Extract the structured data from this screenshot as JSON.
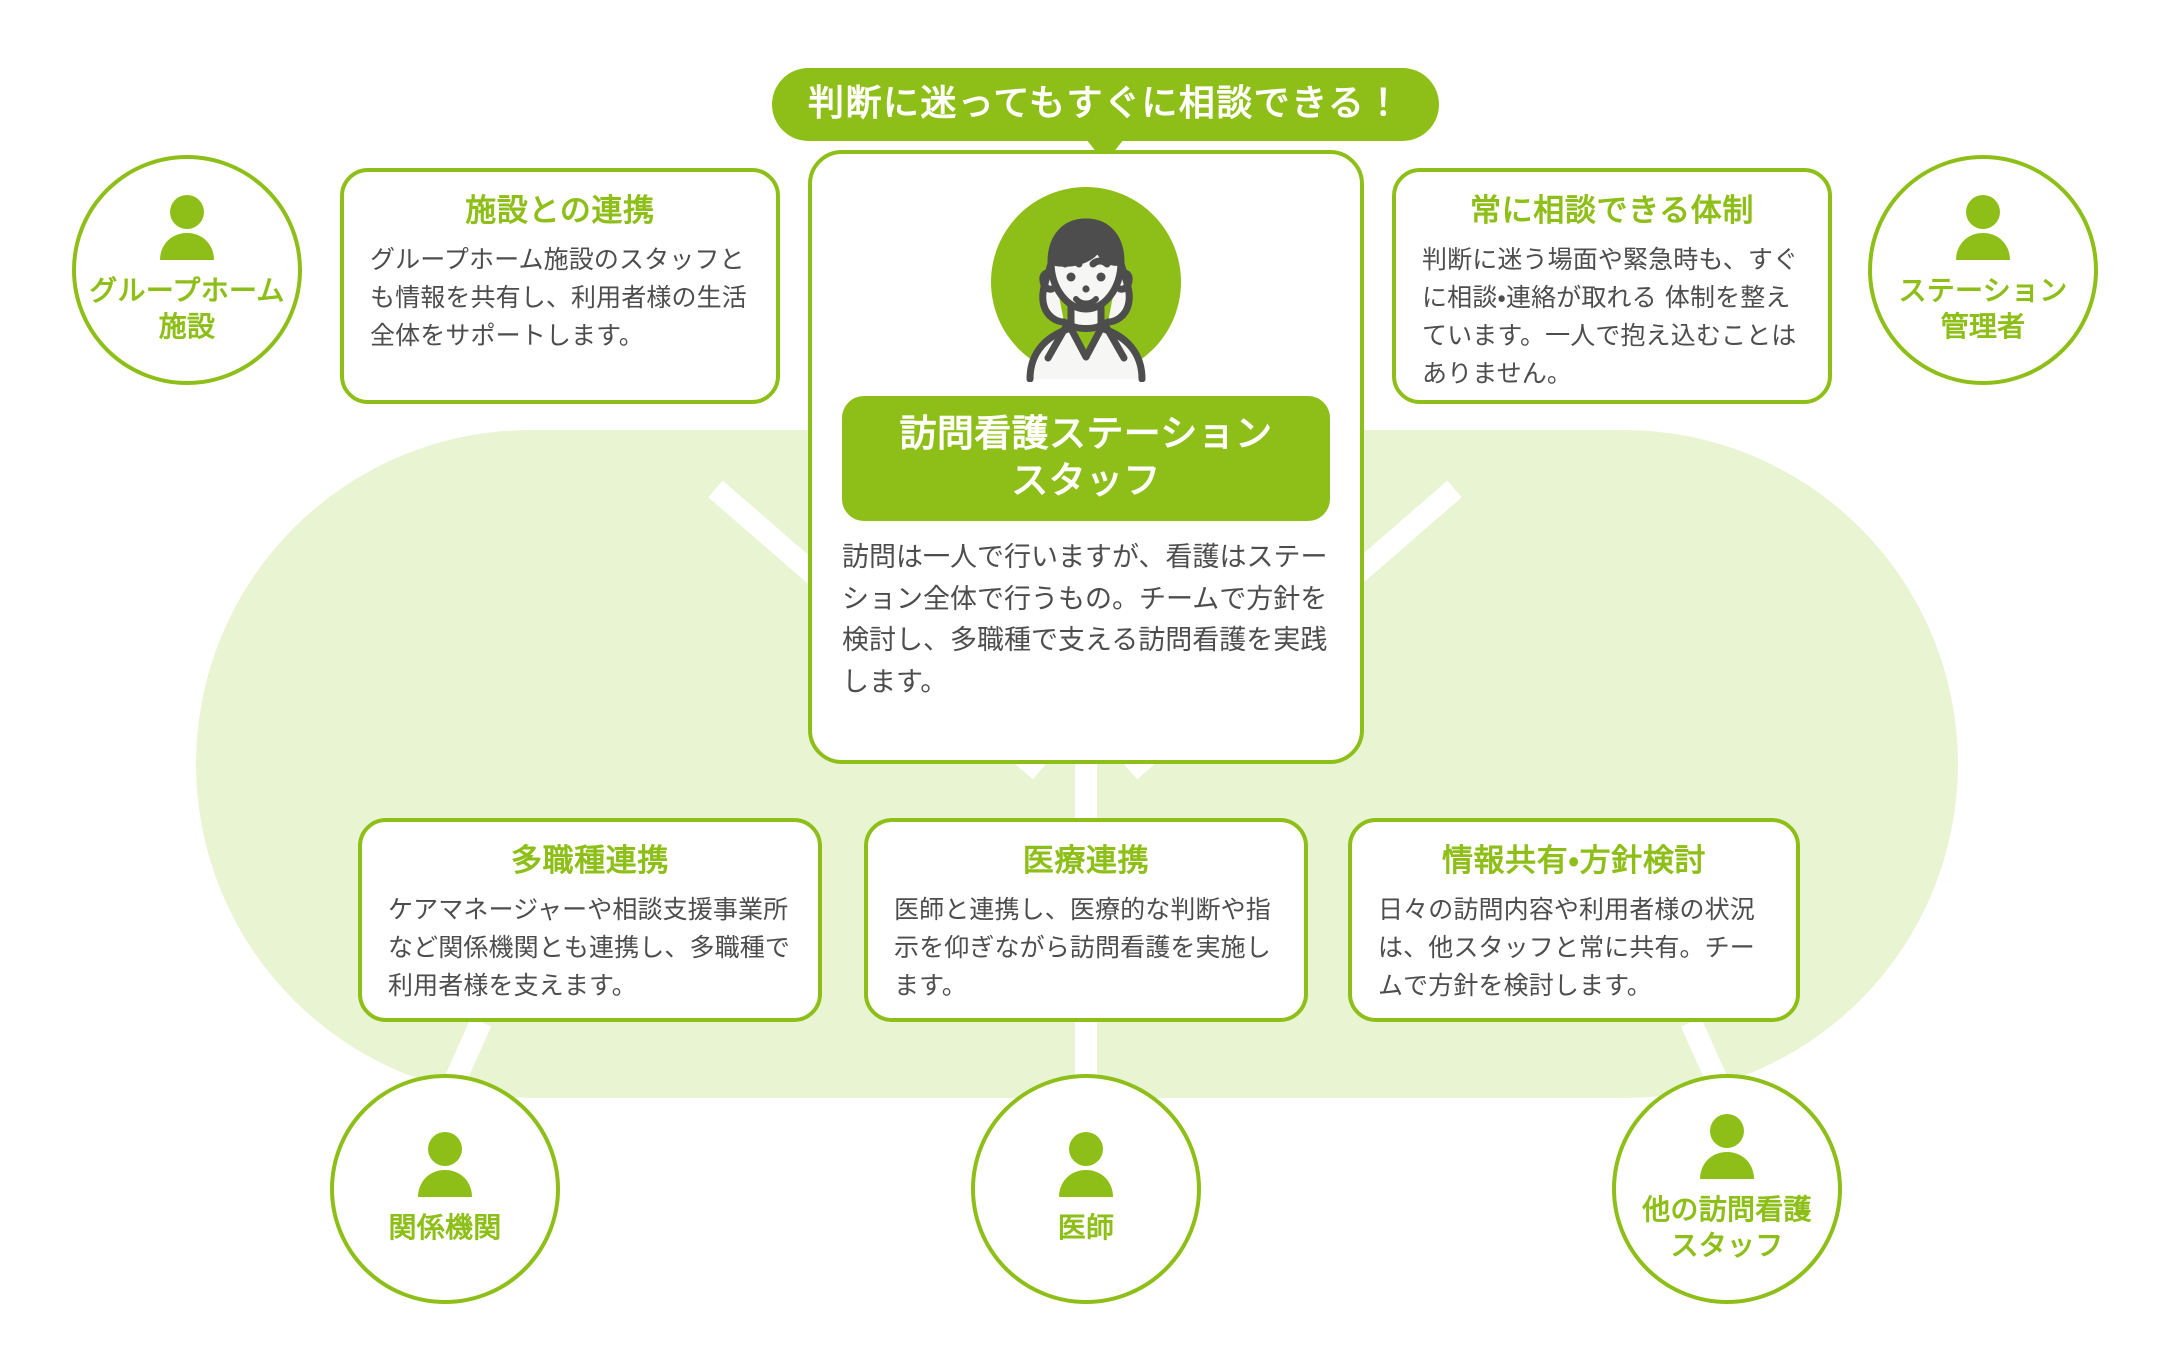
{
  "banner": {
    "text": "判断に迷ってもすぐに相談できる！"
  },
  "center": {
    "avatar_icon": "nurse-avatar-icon",
    "pill_title": "訪問看護ステーション\nスタッフ",
    "body": "訪問は一人で行いますが、看護はステーション全体で行うもの。チームで方針を検討し、多職種で支える訪問看護を実践します。"
  },
  "cards": [
    {
      "id": "facility-cooperation",
      "title": "施設との連携",
      "body": "グループホーム施設のスタッフとも情報を共有し、利用者様の生活全体をサポートします。"
    },
    {
      "id": "always-consultable",
      "title": "常に相談できる体制",
      "body": "判断に迷う場面や緊急時も、すぐに相談・連絡が取れる 体制を整えています。一人で抱え込むことはありません。"
    },
    {
      "id": "multi-profession",
      "title": "多職種連携",
      "body": "ケアマネージャーや相談支援事業所など関係機関とも連携し、多職種で利用者様を支えます。"
    },
    {
      "id": "medical-cooperation",
      "title": "医療連携",
      "body": "医師と連携し、医療的な判断や指示を仰ぎながら訪問看護を実施します。"
    },
    {
      "id": "info-sharing",
      "title": "情報共有・方針検討",
      "body": "日々の訪問内容や利用者様の状況は、他スタッフと常に共有。チームで方針を検討します。"
    }
  ],
  "nodes": [
    {
      "id": "group-home",
      "label": "グループホーム\n施設",
      "icon": "person-icon"
    },
    {
      "id": "station-manager",
      "label": "ステーション\n管理者",
      "icon": "person-icon"
    },
    {
      "id": "related-agency",
      "label": "関係機関",
      "icon": "person-icon"
    },
    {
      "id": "doctor",
      "label": "医師",
      "icon": "person-icon"
    },
    {
      "id": "other-nursing-staff",
      "label": "他の訪問看護\nスタッフ",
      "icon": "person-icon"
    }
  ],
  "colors": {
    "accent": "#8ebf18",
    "accent_soft": "#e9f4d3",
    "text": "#4d4d4d",
    "white": "#ffffff",
    "outline_dark": "#4d4d4d"
  }
}
